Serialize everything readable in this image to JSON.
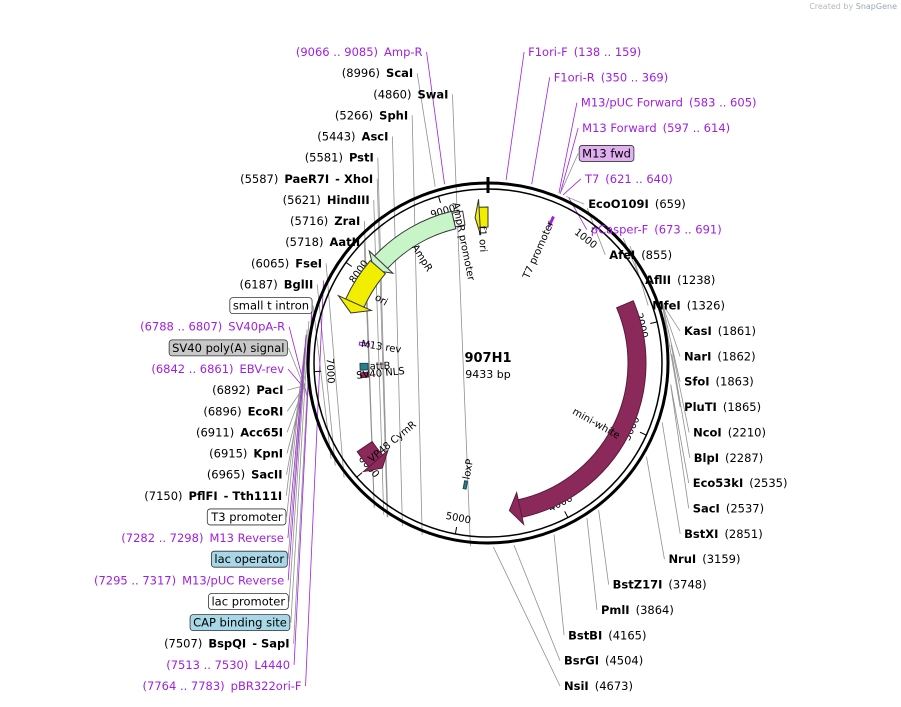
{
  "credit": {
    "prefix": "Created by",
    "brand": "SnapGene"
  },
  "plasmid": {
    "name": "907H1",
    "length_label": "9433 bp",
    "length": 9433
  },
  "colors": {
    "primer": "#a020e0",
    "enzyme": "#000000",
    "leader": "#909090",
    "backbone": "#000000",
    "cds_feature": "#8b2a5a",
    "ampr": "#c8f5c8",
    "ori": "#f2ee00",
    "promoter": "#ffffff",
    "cap_box": "#a8d8e8",
    "polyA_box": "#c8c8c8",
    "m13fwd_box": "#e0b0f0",
    "att": "#2a7d8c"
  },
  "ticks": [
    {
      "pos": 1000,
      "label": "1000"
    },
    {
      "pos": 2000,
      "label": "2000"
    },
    {
      "pos": 3000,
      "label": "3000"
    },
    {
      "pos": 4000,
      "label": "4000"
    },
    {
      "pos": 5000,
      "label": "5000"
    },
    {
      "pos": 6000,
      "label": "6000"
    },
    {
      "pos": 7000,
      "label": "7000"
    },
    {
      "pos": 8000,
      "label": "8000"
    },
    {
      "pos": 9000,
      "label": "9000"
    }
  ],
  "labels": [
    {
      "id": "amp-r",
      "kind": "primer",
      "parts": [
        "(9066 .. 9085)",
        "Amp-R"
      ],
      "pos": 9075,
      "side": "L"
    },
    {
      "id": "scai",
      "kind": "enzyme",
      "parts": [
        "(8996)",
        "ScaI"
      ],
      "pos": 8996,
      "side": "L"
    },
    {
      "id": "f1ori-f",
      "kind": "primer",
      "parts": [
        "F1ori-F",
        "(138 .. 159)"
      ],
      "pos": 148,
      "side": "R"
    },
    {
      "id": "f1ori-r",
      "kind": "primer",
      "parts": [
        "F1ori-R",
        "(350 .. 369)"
      ],
      "pos": 360,
      "side": "R"
    },
    {
      "id": "m13-puc-forward",
      "kind": "primer",
      "parts": [
        "M13/pUC Forward",
        "(583 .. 605)"
      ],
      "pos": 594,
      "side": "R"
    },
    {
      "id": "m13-forward",
      "kind": "primer",
      "parts": [
        "M13 Forward",
        "(597 .. 614)"
      ],
      "pos": 605,
      "side": "R"
    },
    {
      "id": "m13-fwd",
      "kind": "primerbox",
      "parts": [
        "M13 fwd"
      ],
      "pos": 605,
      "side": "R"
    },
    {
      "id": "t7",
      "kind": "primer",
      "parts": [
        "T7",
        "(621 .. 640)"
      ],
      "pos": 630,
      "side": "R"
    },
    {
      "id": "ecoo109i",
      "kind": "enzyme",
      "parts": [
        "EcoO109I",
        "(659)"
      ],
      "pos": 659,
      "side": "R"
    },
    {
      "id": "pcasper-f",
      "kind": "primer",
      "parts": [
        "pCasper-F",
        "(673 .. 691)"
      ],
      "pos": 682,
      "side": "R"
    },
    {
      "id": "afei",
      "kind": "enzyme",
      "parts": [
        "AfeI",
        "(855)"
      ],
      "pos": 855,
      "side": "R"
    },
    {
      "id": "aflii",
      "kind": "enzyme",
      "parts": [
        "AflII",
        "(1238)"
      ],
      "pos": 1238,
      "side": "R"
    },
    {
      "id": "mfei",
      "kind": "enzyme",
      "parts": [
        "MfeI",
        "(1326)"
      ],
      "pos": 1326,
      "side": "R"
    },
    {
      "id": "kasi",
      "kind": "enzyme",
      "parts": [
        "KasI",
        "(1861)"
      ],
      "pos": 1861,
      "side": "R"
    },
    {
      "id": "nari",
      "kind": "enzyme",
      "parts": [
        "NarI",
        "(1862)"
      ],
      "pos": 1862,
      "side": "R"
    },
    {
      "id": "sfoi",
      "kind": "enzyme",
      "parts": [
        "SfoI",
        "(1863)"
      ],
      "pos": 1863,
      "side": "R"
    },
    {
      "id": "pluti",
      "kind": "enzyme",
      "parts": [
        "PluTI",
        "(1865)"
      ],
      "pos": 1865,
      "side": "R"
    },
    {
      "id": "ncoi",
      "kind": "enzyme",
      "parts": [
        "NcoI",
        "(2210)"
      ],
      "pos": 2210,
      "side": "R"
    },
    {
      "id": "blpi",
      "kind": "enzyme",
      "parts": [
        "BlpI",
        "(2287)"
      ],
      "pos": 2287,
      "side": "R"
    },
    {
      "id": "eco53ki",
      "kind": "enzyme",
      "parts": [
        "Eco53kI",
        "(2535)"
      ],
      "pos": 2535,
      "side": "R"
    },
    {
      "id": "saci",
      "kind": "enzyme",
      "parts": [
        "SacI",
        "(2537)"
      ],
      "pos": 2537,
      "side": "R"
    },
    {
      "id": "bstxi",
      "kind": "enzyme",
      "parts": [
        "BstXI",
        "(2851)"
      ],
      "pos": 2851,
      "side": "R"
    },
    {
      "id": "nrui",
      "kind": "enzyme",
      "parts": [
        "NruI",
        "(3159)"
      ],
      "pos": 3159,
      "side": "R"
    },
    {
      "id": "bstz17i",
      "kind": "enzyme",
      "parts": [
        "BstZ17I",
        "(3748)"
      ],
      "pos": 3748,
      "side": "R"
    },
    {
      "id": "pmli",
      "kind": "enzyme",
      "parts": [
        "PmlI",
        "(3864)"
      ],
      "pos": 3864,
      "side": "R"
    },
    {
      "id": "bstbi",
      "kind": "enzyme",
      "parts": [
        "BstBI",
        "(4165)"
      ],
      "pos": 4165,
      "side": "R"
    },
    {
      "id": "bsrgi",
      "kind": "enzyme",
      "parts": [
        "BsrGI",
        "(4504)"
      ],
      "pos": 4504,
      "side": "R"
    },
    {
      "id": "nsii",
      "kind": "enzyme",
      "parts": [
        "NsiI",
        "(4673)"
      ],
      "pos": 4673,
      "side": "R"
    },
    {
      "id": "swai",
      "kind": "enzyme",
      "parts": [
        "(4860)",
        "SwaI"
      ],
      "pos": 4860,
      "side": "L"
    },
    {
      "id": "sphi",
      "kind": "enzyme",
      "parts": [
        "(5266)",
        "SphI"
      ],
      "pos": 5266,
      "side": "L"
    },
    {
      "id": "asci",
      "kind": "enzyme",
      "parts": [
        "(5443)",
        "AscI"
      ],
      "pos": 5443,
      "side": "L"
    },
    {
      "id": "psti",
      "kind": "enzyme",
      "parts": [
        "(5581)",
        "PstI"
      ],
      "pos": 5581,
      "side": "L"
    },
    {
      "id": "paer7i-xhoi",
      "kind": "enzyme",
      "parts": [
        "(5587)",
        "PaeR7I",
        "- XhoI"
      ],
      "pos": 5587,
      "side": "L"
    },
    {
      "id": "hindiii",
      "kind": "enzyme",
      "parts": [
        "(5621)",
        "HindIII"
      ],
      "pos": 5621,
      "side": "L"
    },
    {
      "id": "zrai",
      "kind": "enzyme",
      "parts": [
        "(5716)",
        "ZraI"
      ],
      "pos": 5716,
      "side": "L"
    },
    {
      "id": "aatii",
      "kind": "enzyme",
      "parts": [
        "(5718)",
        "AatII"
      ],
      "pos": 5718,
      "side": "L"
    },
    {
      "id": "fsei",
      "kind": "enzyme",
      "parts": [
        "(6065)",
        "FseI"
      ],
      "pos": 6065,
      "side": "L"
    },
    {
      "id": "bglii",
      "kind": "enzyme",
      "parts": [
        "(6187)",
        "BglII"
      ],
      "pos": 6187,
      "side": "L"
    },
    {
      "id": "small-t-intron",
      "kind": "featurebox",
      "parts": [
        "small t intron"
      ],
      "pos": 6250,
      "side": "L"
    },
    {
      "id": "sv40pa-r",
      "kind": "primer",
      "parts": [
        "(6788 .. 6807)",
        "SV40pA-R"
      ],
      "pos": 6797,
      "side": "L"
    },
    {
      "id": "sv40-polya",
      "kind": "graybox",
      "parts": [
        "SV40 poly(A) signal"
      ],
      "pos": 6830,
      "side": "L"
    },
    {
      "id": "ebv-rev",
      "kind": "primer",
      "parts": [
        "(6842 .. 6861)",
        "EBV-rev"
      ],
      "pos": 6851,
      "side": "L"
    },
    {
      "id": "paci",
      "kind": "enzyme",
      "parts": [
        "(6892)",
        "PacI"
      ],
      "pos": 6892,
      "side": "L"
    },
    {
      "id": "ecori",
      "kind": "enzyme",
      "parts": [
        "(6896)",
        "EcoRI"
      ],
      "pos": 6896,
      "side": "L"
    },
    {
      "id": "acc65i",
      "kind": "enzyme",
      "parts": [
        "(6911)",
        "Acc65I"
      ],
      "pos": 6911,
      "side": "L"
    },
    {
      "id": "kpni",
      "kind": "enzyme",
      "parts": [
        "(6915)",
        "KpnI"
      ],
      "pos": 6915,
      "side": "L"
    },
    {
      "id": "sacii",
      "kind": "enzyme",
      "parts": [
        "(6965)",
        "SacII"
      ],
      "pos": 6965,
      "side": "L"
    },
    {
      "id": "pflfi-tth111i",
      "kind": "enzyme",
      "parts": [
        "(7150)",
        "PflFI",
        "- Tth111I"
      ],
      "pos": 7150,
      "side": "L"
    },
    {
      "id": "t3-promoter",
      "kind": "featurebox",
      "parts": [
        "T3 promoter"
      ],
      "pos": 7200,
      "side": "L"
    },
    {
      "id": "m13-reverse",
      "kind": "primer",
      "parts": [
        "(7282 .. 7298)",
        "M13 Reverse"
      ],
      "pos": 7290,
      "side": "L"
    },
    {
      "id": "lac-operator",
      "kind": "bluebox",
      "parts": [
        "lac operator"
      ],
      "pos": 7300,
      "side": "L"
    },
    {
      "id": "m13-puc-reverse",
      "kind": "primer",
      "parts": [
        "(7295 .. 7317)",
        "M13/pUC Reverse"
      ],
      "pos": 7306,
      "side": "L"
    },
    {
      "id": "lac-promoter",
      "kind": "featurebox",
      "parts": [
        "lac promoter"
      ],
      "pos": 7350,
      "side": "L"
    },
    {
      "id": "cap-binding-site",
      "kind": "bluebox",
      "parts": [
        "CAP binding site"
      ],
      "pos": 7420,
      "side": "L"
    },
    {
      "id": "bspqi-sapi",
      "kind": "enzyme",
      "parts": [
        "(7507)",
        "BspQI",
        "- SapI"
      ],
      "pos": 7507,
      "side": "L"
    },
    {
      "id": "l4440",
      "kind": "primer",
      "parts": [
        "(7513 .. 7530)",
        "L4440"
      ],
      "pos": 7521,
      "side": "L"
    },
    {
      "id": "pbr322ori-f",
      "kind": "primer",
      "parts": [
        "(7764 .. 7783)",
        "pBR322ori-F"
      ],
      "pos": 7773,
      "side": "L"
    }
  ],
  "features": [
    {
      "id": "ampr",
      "name": "AmpR",
      "start": 8100,
      "end": 9080,
      "strand": -1,
      "type": "cds_green"
    },
    {
      "id": "ampr-promoter",
      "name": "AmpR promoter",
      "start": 9080,
      "end": 9185,
      "strand": -1,
      "type": "promoter"
    },
    {
      "id": "f1-ori",
      "name": "f1 ori",
      "start": 9300,
      "end": 9433,
      "strand": -1,
      "type": "ori"
    },
    {
      "id": "ori",
      "name": "ori",
      "start": 7600,
      "end": 8150,
      "strand": -1,
      "type": "ori"
    },
    {
      "id": "t7-promoter",
      "name": "T7 promoter",
      "start": 622,
      "end": 640,
      "strand": 1,
      "type": "small"
    },
    {
      "id": "mini-white",
      "name": "mini-white",
      "start": 1750,
      "end": 4500,
      "strand": 1,
      "type": "cds"
    },
    {
      "id": "loxp",
      "name": "loxP",
      "start": 4975,
      "end": 5010,
      "strand": 1,
      "type": "att"
    },
    {
      "id": "vp48-cymr",
      "name": "VP48 CymR",
      "start": 5900,
      "end": 6180,
      "strand": -1,
      "type": "cds"
    },
    {
      "id": "sv40-nls",
      "name": "SV40 NLS",
      "start": 6900,
      "end": 6960,
      "strand": 1,
      "type": "cds_small"
    },
    {
      "id": "attb",
      "name": "attB",
      "start": 6990,
      "end": 7070,
      "strand": 1,
      "type": "att"
    },
    {
      "id": "m13-rev",
      "name": "M13 rev",
      "start": 7282,
      "end": 7317,
      "strand": 1,
      "type": "primer_stack"
    }
  ]
}
